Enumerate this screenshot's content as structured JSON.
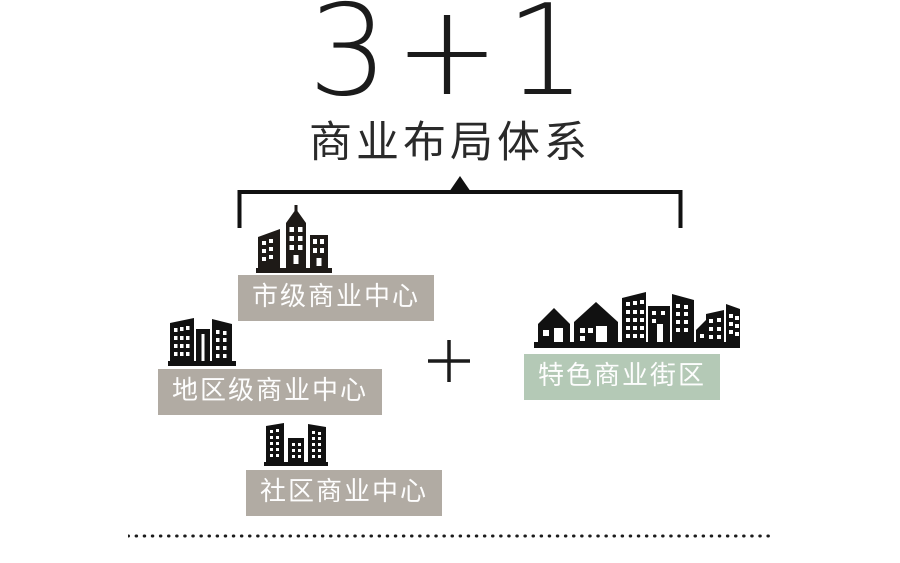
{
  "header": {
    "big_number": "3+1",
    "subtitle": "商业布局体系"
  },
  "colors": {
    "taupe": "#b1aba3",
    "green": "#b4c9b6",
    "ink": "#1b1b1b",
    "label_text": "#fdfdfd",
    "background": "#ffffff"
  },
  "nodes": [
    {
      "id": "city",
      "label": "市级商业中心",
      "icon": "city-buildings-icon",
      "badge_color": "taupe"
    },
    {
      "id": "district",
      "label": "地区级商业中心",
      "icon": "district-buildings-icon",
      "badge_color": "taupe"
    },
    {
      "id": "community",
      "label": "社区商业中心",
      "icon": "community-buildings-icon",
      "badge_color": "taupe"
    },
    {
      "id": "street",
      "label": "特色商业街区",
      "icon": "street-skyline-icon",
      "badge_color": "green"
    }
  ],
  "connector": {
    "type": "bracket-with-arrow",
    "arrow_icon": "up-triangle-icon"
  },
  "operator": {
    "symbol": "+",
    "icon": "plus-icon"
  },
  "footer": {
    "divider_icon": "dotted-line-divider"
  }
}
